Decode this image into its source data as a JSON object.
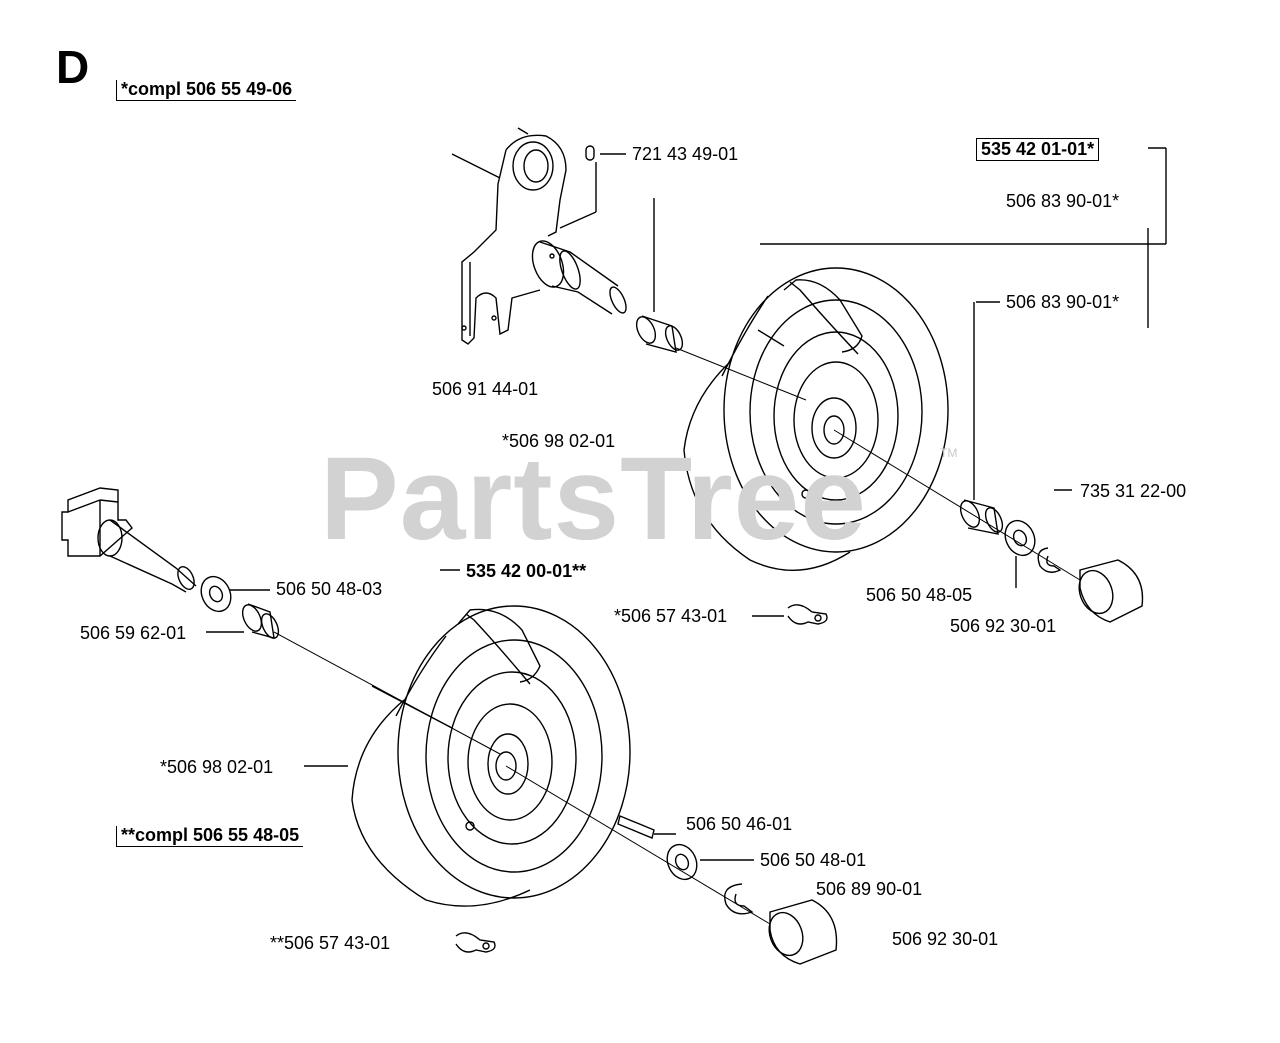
{
  "section": {
    "letter": "D"
  },
  "watermark": {
    "brand": "PartsTree",
    "tm": "TM"
  },
  "labels": {
    "compl_single": "*compl 506 55 49-06",
    "compl_double": "**compl 506 55 48-05",
    "p721_43_49_01": "721 43 49-01",
    "p535_42_01_01": "535 42 01-01*",
    "p506_83_90_01_a": "506 83 90-01*",
    "p506_83_90_01_b": "506 83 90-01*",
    "p506_91_44_01": "506 91 44-01",
    "p506_98_02_01_top": "*506 98 02-01",
    "p735_31_22_00": "735 31 22-00",
    "p535_42_00_01": "535 42 00-01**",
    "p506_50_48_03": "506 50 48-03",
    "p506_59_62_01": "506 59 62-01",
    "p506_57_43_01_mid": "*506 57 43-01",
    "p506_50_48_05": "506 50 48-05",
    "p506_92_30_01_top": "506 92 30-01",
    "p506_98_02_01_bot": "*506 98 02-01",
    "p506_50_46_01": "506 50 46-01",
    "p506_50_48_01": "506 50 48-01",
    "p506_89_90_01": "506 89 90-01",
    "p506_57_43_01_bot": "**506 57 43-01",
    "p506_92_30_01_bot": "506 92 30-01"
  }
}
